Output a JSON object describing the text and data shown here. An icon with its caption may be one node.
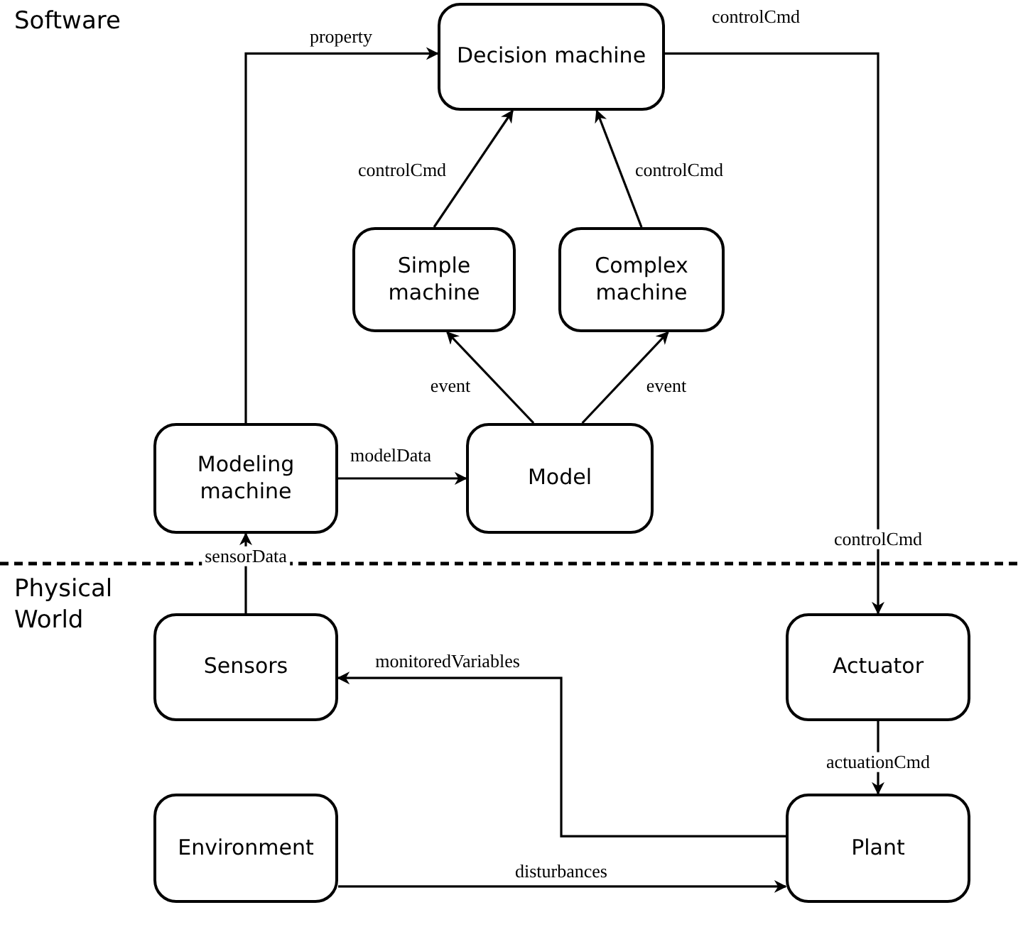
{
  "diagram": {
    "nodes": [
      {
        "text": [
          "Decision machine"
        ]
      },
      {
        "text": [
          "Simple machine"
        ]
      },
      {
        "text": [
          "Complex machine"
        ]
      },
      {
        "text": [
          "Modeling machine"
        ]
      },
      {
        "text": [
          "Model"
        ]
      },
      {
        "text": [
          "Sensors"
        ]
      },
      {
        "text": [
          "Actuator"
        ]
      },
      {
        "text": [
          "Environment"
        ]
      },
      {
        "text": [
          "Plant"
        ]
      }
    ],
    "edges": [
      {
        "from": 3,
        "to": 0,
        "arrow": "to",
        "label": "property"
      },
      {
        "from": 0,
        "to": 6,
        "arrow": "to",
        "label": "controlCmd"
      },
      {
        "from": 1,
        "to": 0,
        "arrow": "to",
        "label": "controlCmd"
      },
      {
        "from": 2,
        "to": 0,
        "arrow": "to",
        "label": "controlCmd"
      },
      {
        "from": 4,
        "to": 1,
        "arrow": "to",
        "label": "event"
      },
      {
        "from": 4,
        "to": 2,
        "arrow": "to",
        "label": "event"
      },
      {
        "from": 3,
        "to": 4,
        "arrow": "to",
        "label": "modelData"
      },
      {
        "from": 5,
        "to": 3,
        "arrow": "to",
        "label": "sensorData"
      },
      {
        "from": 6,
        "to": 8,
        "arrow": "to",
        "label": "actuationCmd"
      },
      {
        "from": 8,
        "to": 5,
        "arrow": "to",
        "label": "monitoredVariables"
      },
      {
        "from": 7,
        "to": 8,
        "arrow": "to",
        "label": "disturbances"
      }
    ],
    "labels": [
      "Software",
      "controlCmd",
      "Physical World"
    ]
  }
}
